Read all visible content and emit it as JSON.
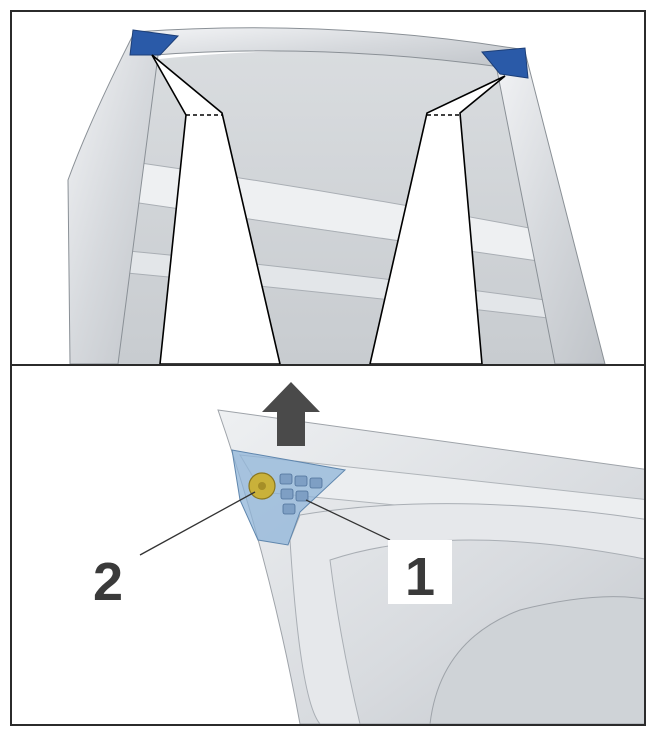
{
  "figure": {
    "callouts": [
      {
        "id": "1",
        "label": "1"
      },
      {
        "id": "2",
        "label": "2"
      }
    ]
  },
  "colors": {
    "frame": "#2b2b2b",
    "door_metal": "#dcdfe3",
    "door_shadow": "#b9bec4",
    "door_highlight": "#f2f3f5",
    "bracket_blue": "#2a5aa8",
    "bracket_translucent": "#8fb4d8",
    "fastener_yellow": "#c9b13a",
    "arrow_gray": "#4a4a4a",
    "leader_line": "#333333"
  },
  "icons": {
    "direction_arrow": "arrow-up-icon"
  }
}
